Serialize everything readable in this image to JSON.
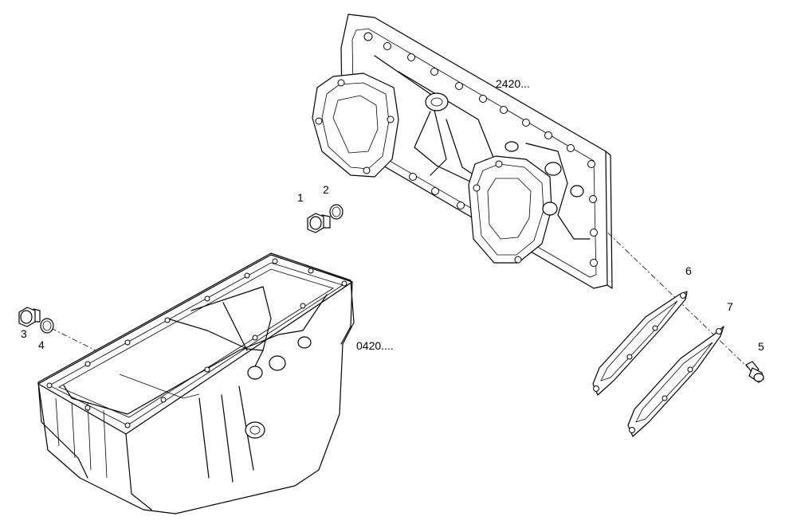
{
  "labels": {
    "housing": "2420...",
    "oil_pan": "0420....",
    "item_1": "1",
    "item_2": "2",
    "item_3": "3",
    "item_4": "4",
    "item_5": "5",
    "item_6": "6",
    "item_7": "7"
  }
}
